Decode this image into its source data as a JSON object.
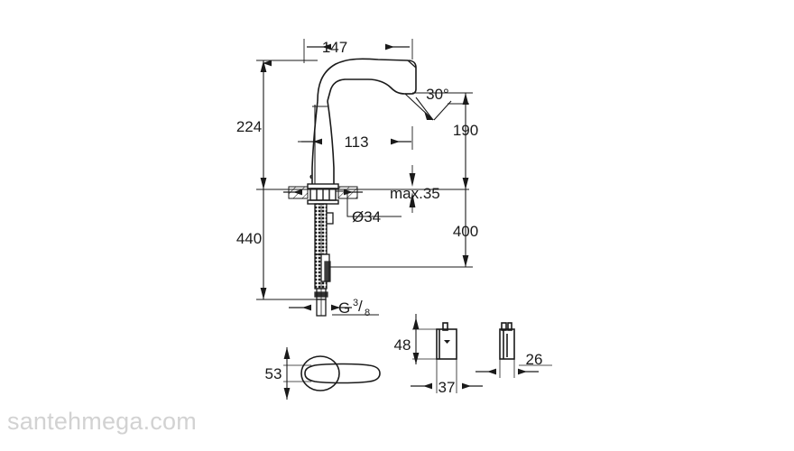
{
  "document": {
    "type": "technical-drawing",
    "subject": "basin mixer faucet dimensioned drawing",
    "background_color": "#ffffff",
    "line_color": "#1a1a1a"
  },
  "watermark": {
    "text": "santehmega.com",
    "color": "#d2d2d2"
  },
  "main_view": {
    "name": "faucet-elevation",
    "dimensions": {
      "spout_reach": "147",
      "height_to_spout": "224",
      "body_height": "113",
      "spout_angle": "30°",
      "right_upper": "190",
      "counter_thickness": "max.35",
      "hole_diameter": "Ø34",
      "hose_length": "440",
      "right_lower": "400",
      "thread": "G",
      "thread_numerator": "3",
      "thread_denominator": "8"
    }
  },
  "handle_view": {
    "name": "lever-handle-top-view",
    "dimensions": {
      "handle_length": "53"
    }
  },
  "cartridge_front_view": {
    "name": "cartridge-front-view",
    "dimensions": {
      "height": "48",
      "width": "37"
    }
  },
  "cartridge_side_view": {
    "name": "cartridge-side-view",
    "dimensions": {
      "depth": "26"
    }
  }
}
